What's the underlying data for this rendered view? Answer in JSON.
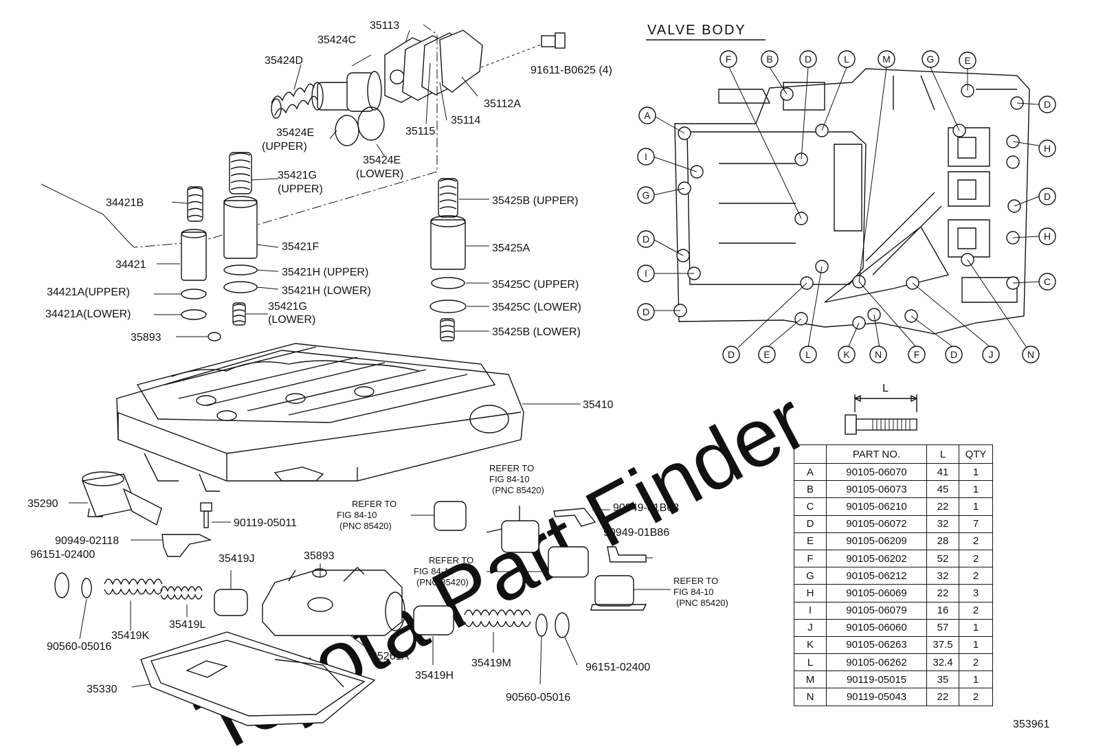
{
  "section_title": "VALVE BODY",
  "drawing_number": "353961",
  "dimension_label": "L",
  "refer_note": {
    "line1": "REFER TO",
    "line2": "FIG 84-10",
    "line3": "(PNC 85420)"
  },
  "part_labels": {
    "p35113": "35113",
    "p35424C": "35424C",
    "p35424D": "35424D",
    "p91611": "91611-B0625 (4)",
    "p35112A": "35112A",
    "p35114": "35114",
    "p35115": "35115",
    "p35424E_upper_a": "35424E",
    "p35424E_upper_b": "(UPPER)",
    "p35424E_lower_a": "35424E",
    "p35424E_lower_b": "(LOWER)",
    "p35421G_upper_a": "35421G",
    "p35421G_upper_b": "(UPPER)",
    "p34421B": "34421B",
    "p35425B_upper": "35425B (UPPER)",
    "p35421F": "35421F",
    "p34421": "34421",
    "p35425A": "35425A",
    "p35421H_upper": "35421H (UPPER)",
    "p35421H_lower": "35421H (LOWER)",
    "p34421A_upper": "34421A(UPPER)",
    "p34421A_lower": "34421A(LOWER)",
    "p35421G_lower_a": "35421G",
    "p35421G_lower_b": "(LOWER)",
    "p35425C_upper": "35425C (UPPER)",
    "p35425C_lower": "35425C (LOWER)",
    "p35893_a": "35893",
    "p35425B_lower": "35425B (LOWER)",
    "p35410": "35410",
    "p35290": "35290",
    "p90119": "90119-05011",
    "p90949_02118": "90949-02118",
    "p96151_left": "96151-02400",
    "p35419J": "35419J",
    "p35893_b": "35893",
    "p35419K": "35419K",
    "p35419L": "35419L",
    "p90560_left": "90560-05016",
    "p35261A": "35261A",
    "p35419H": "35419H",
    "p35419M": "35419M",
    "p96151_right": "96151-02400",
    "p90560_right": "90560-05016",
    "p35330": "35330",
    "p90949_01B63": "90949-01B63",
    "p90949_01B86": "90949-01B86"
  },
  "bolt_table": {
    "headers": {
      "key": "",
      "part_no": "PART NO.",
      "length": "L",
      "qty": "QTY"
    },
    "rows": [
      {
        "key": "A",
        "part_no": "90105-06070",
        "length": "41",
        "qty": "1"
      },
      {
        "key": "B",
        "part_no": "90105-06073",
        "length": "45",
        "qty": "1"
      },
      {
        "key": "C",
        "part_no": "90105-06210",
        "length": "22",
        "qty": "1"
      },
      {
        "key": "D",
        "part_no": "90105-06072",
        "length": "32",
        "qty": "7"
      },
      {
        "key": "E",
        "part_no": "90105-06209",
        "length": "28",
        "qty": "2"
      },
      {
        "key": "F",
        "part_no": "90105-06202",
        "length": "52",
        "qty": "2"
      },
      {
        "key": "G",
        "part_no": "90105-06212",
        "length": "32",
        "qty": "2"
      },
      {
        "key": "H",
        "part_no": "90105-06069",
        "length": "22",
        "qty": "3"
      },
      {
        "key": "I",
        "part_no": "90105-06079",
        "length": "16",
        "qty": "2"
      },
      {
        "key": "J",
        "part_no": "90105-06060",
        "length": "57",
        "qty": "1"
      },
      {
        "key": "K",
        "part_no": "90105-06263",
        "length": "37.5",
        "qty": "1"
      },
      {
        "key": "L",
        "part_no": "90105-06262",
        "length": "32.4",
        "qty": "2"
      },
      {
        "key": "M",
        "part_no": "90119-05015",
        "length": "35",
        "qty": "1"
      },
      {
        "key": "N",
        "part_no": "90119-05043",
        "length": "22",
        "qty": "2"
      }
    ]
  },
  "callouts": {
    "top": [
      "F",
      "B",
      "D",
      "L",
      "M",
      "G",
      "E"
    ],
    "left": [
      "A",
      "I",
      "G",
      "D",
      "I",
      "D"
    ],
    "right": [
      "D",
      "H",
      "D",
      "H",
      "C"
    ],
    "bottom": [
      "D",
      "E",
      "L",
      "K",
      "N",
      "F",
      "D",
      "J",
      "N"
    ]
  },
  "watermark": "Toyota Part Finder"
}
